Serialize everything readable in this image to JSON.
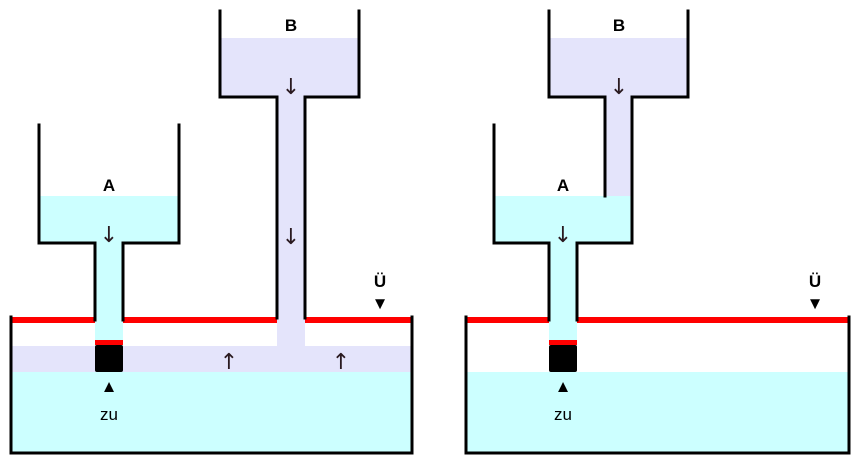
{
  "colors": {
    "water_a": "#ccffff",
    "water_b": "#e4e4fb",
    "overflow_line": "#ff0000",
    "wall": "#000000",
    "valve": "#000000"
  },
  "panels": [
    {
      "id": "left",
      "tank_a_label": "A",
      "tank_b_label": "B",
      "overflow_label": "Ü",
      "overflow_marker": "▼",
      "valve_label": "zu",
      "valve_marker": "▲",
      "arrows": {
        "tank_a_flow": "↓",
        "tank_b_flow": "↓",
        "pipe_b_flow": "↓",
        "basin_flow_1": "↑",
        "basin_flow_2": "↑"
      }
    },
    {
      "id": "right",
      "tank_a_label": "A",
      "tank_b_label": "B",
      "overflow_label": "Ü",
      "overflow_marker": "▼",
      "valve_label": "zu",
      "valve_marker": "▲",
      "arrows": {
        "tank_a_flow": "↓",
        "tank_b_flow": "↓"
      }
    }
  ]
}
